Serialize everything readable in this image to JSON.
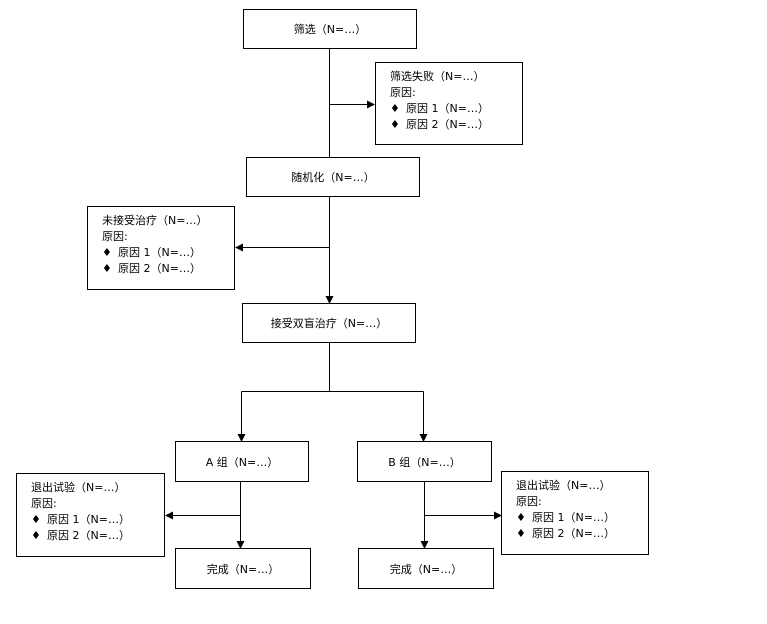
{
  "nodes": {
    "screening": "筛选（N=…）",
    "randomization": "随机化（N=…）",
    "double_blind": "接受双盲治疗（N=…）",
    "group_a": "A 组（N=…）",
    "group_b": "B 组（N=…）",
    "complete_a": "完成（N=…）",
    "complete_b": "完成（N=…）"
  },
  "side_boxes": {
    "screen_fail": {
      "title": "筛选失败（N=…）",
      "reason_label": "原因:",
      "bullet": "♦",
      "reasons": [
        "原因 1（N=…）",
        "原因 2（N=…）"
      ]
    },
    "not_treated": {
      "title": "未接受治疗（N=…）",
      "reason_label": "原因:",
      "bullet": "♦",
      "reasons": [
        "原因 1（N=…）",
        "原因 2（N=…）"
      ]
    },
    "withdraw_a": {
      "title": "退出试验（N=…）",
      "reason_label": "原因:",
      "bullet": "♦",
      "reasons": [
        "原因 1（N=…）",
        "原因 2（N=…）"
      ]
    },
    "withdraw_b": {
      "title": "退出试验（N=…）",
      "reason_label": "原因:",
      "bullet": "♦",
      "reasons": [
        "原因 1（N=…）",
        "原因 2（N=…）"
      ]
    }
  }
}
